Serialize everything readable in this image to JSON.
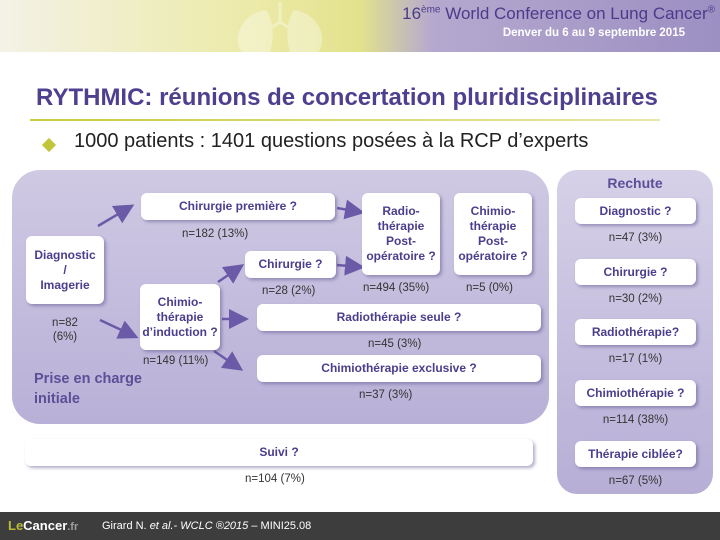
{
  "header": {
    "conference_ordinal": "16",
    "conference_ordinal_sup": "ème",
    "conference_name": "World Conference on Lung Cancer",
    "registered": "®",
    "conference_location": "Denver du 6 au 9 septembre 2015",
    "colors": {
      "band_left": "#e3e28c",
      "band_right": "#9c8fc2",
      "title": "#4b3b8a"
    }
  },
  "slide": {
    "title": "RYTHMIC: réunions de concertation pluridisciplinaires",
    "bullet": "1000 patients : 1401 questions posées à la RCP d’experts",
    "accent_color": "#c3c63a",
    "title_color": "#4f3f8f"
  },
  "initial": {
    "label_line1": "Prise en charge",
    "label_line2": "initiale",
    "diagnostic": {
      "line1": "Diagnostic",
      "line2": "/",
      "line3": "Imagerie",
      "n_line1": "n=82",
      "n_line2": "(6%)"
    },
    "chirurgie_premiere": {
      "label": "Chirurgie première ?",
      "n": "n=182 (13%)"
    },
    "chimio_induction": {
      "line1": "Chimio-",
      "line2": "thérapie",
      "line3": "d’induction ?",
      "n": "n=149 (11%)"
    },
    "chirurgie": {
      "label": "Chirurgie ?",
      "n": "n=28 (2%)"
    },
    "radio_postop": {
      "line1": "Radio-",
      "line2": "thérapie",
      "line3": "Post-",
      "line4": "opératoire ?",
      "n": "n=494 (35%)"
    },
    "chimio_postop": {
      "line1": "Chimio-",
      "line2": "thérapie",
      "line3": "Post-",
      "line4": "opératoire ?",
      "n": "n=5 (0%)"
    },
    "radio_seule": {
      "label": "Radiothérapie seule ?",
      "n": "n=45 (3%)"
    },
    "chimio_exclusive": {
      "label": "Chimiothérapie exclusive ?",
      "n": "n=37 (3%)"
    }
  },
  "suivi": {
    "label": "Suivi ?",
    "n": "n=104 (7%)"
  },
  "rechute": {
    "title": "Rechute",
    "items": [
      {
        "label": "Diagnostic ?",
        "n": "n=47 (3%)"
      },
      {
        "label": "Chirurgie ?",
        "n": "n=30 (2%)"
      },
      {
        "label": "Radiothérapie?",
        "n": "n=17 (1%)"
      },
      {
        "label": "Chimiothérapie ?",
        "n": "n=114 (38%)"
      },
      {
        "label": "Thérapie ciblée?",
        "n": "n=67 (5%)"
      }
    ]
  },
  "footer": {
    "logo_prefix": "Le",
    "logo_main": "Cancer",
    "logo_suffix": ".fr",
    "citation_authors": "Girard N.",
    "citation_etal": "et al.",
    "citation_source": "- WCLC ®2015",
    "citation_ref": "– MINI25.08"
  }
}
